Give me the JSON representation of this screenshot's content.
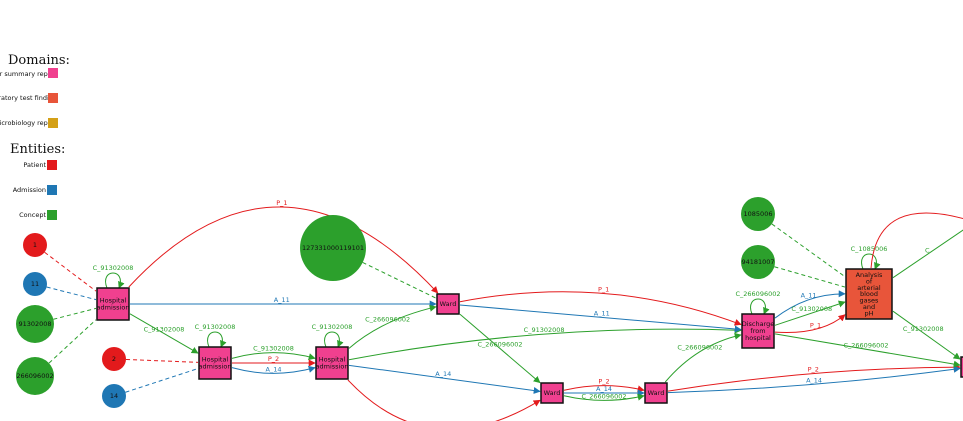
{
  "legend": {
    "domains_title": "Domains:",
    "domains": [
      {
        "label": "Transfer summary report",
        "color": "#f0408f"
      },
      {
        "label": "Laboratory test finding",
        "color": "#e8553a"
      },
      {
        "label": "Microbiology report",
        "color": "#d4a017"
      }
    ],
    "entities_title": "Entities:",
    "entities": [
      {
        "label": "Patient",
        "color": "#e31a1c"
      },
      {
        "label": "Admission",
        "color": "#1f77b4"
      },
      {
        "label": "Concept",
        "color": "#2ca02c"
      }
    ]
  },
  "colors": {
    "patient": "#e31a1c",
    "admission": "#1f77b4",
    "concept": "#2ca02c",
    "transfer": "#f0408f",
    "lab": "#e8553a",
    "micro": "#d4a017"
  },
  "nodes": [
    {
      "id": "p1",
      "kind": "circle",
      "type": "patient",
      "lines": [
        "1"
      ]
    },
    {
      "id": "a11",
      "kind": "circle",
      "type": "admission",
      "lines": [
        "11"
      ]
    },
    {
      "id": "c913",
      "kind": "circle",
      "type": "concept",
      "lines": [
        "91302008"
      ]
    },
    {
      "id": "c266",
      "kind": "circle",
      "type": "concept",
      "lines": [
        "266096002"
      ]
    },
    {
      "id": "p2",
      "kind": "circle",
      "type": "patient",
      "lines": [
        "2"
      ]
    },
    {
      "id": "a14",
      "kind": "circle",
      "type": "admission",
      "lines": [
        "14"
      ]
    },
    {
      "id": "c1273",
      "kind": "circle",
      "type": "concept",
      "lines": [
        "127331000119101"
      ]
    },
    {
      "id": "c1085",
      "kind": "circle",
      "type": "concept",
      "lines": [
        "1085006"
      ]
    },
    {
      "id": "c9418",
      "kind": "circle",
      "type": "concept",
      "lines": [
        "94181007"
      ]
    },
    {
      "id": "ha1",
      "kind": "box",
      "type": "transfer",
      "lines": [
        "Hospital",
        "admission"
      ]
    },
    {
      "id": "ha2",
      "kind": "box",
      "type": "transfer",
      "lines": [
        "Hospital",
        "admission"
      ]
    },
    {
      "id": "ha3",
      "kind": "box",
      "type": "transfer",
      "lines": [
        "Hospital",
        "admission"
      ]
    },
    {
      "id": "w1",
      "kind": "box",
      "type": "transfer",
      "lines": [
        "Ward"
      ]
    },
    {
      "id": "w2",
      "kind": "box",
      "type": "transfer",
      "lines": [
        "Ward"
      ]
    },
    {
      "id": "w3",
      "kind": "box",
      "type": "transfer",
      "lines": [
        "Ward"
      ]
    },
    {
      "id": "dis",
      "kind": "box",
      "type": "transfer",
      "lines": [
        "Discharge",
        "from",
        "hospital"
      ]
    },
    {
      "id": "abg",
      "kind": "box",
      "type": "lab",
      "lines": [
        "Analysis",
        "of",
        "arterial",
        "blood",
        "gases",
        "and",
        "pH"
      ]
    },
    {
      "id": "r1",
      "kind": "box",
      "type": "transfer",
      "lines": []
    }
  ],
  "edges": [
    {
      "from": "p1",
      "to": "ha1",
      "type": "patient",
      "dashed": true,
      "label": ""
    },
    {
      "from": "a11",
      "to": "ha1",
      "type": "admission",
      "dashed": true,
      "label": ""
    },
    {
      "from": "c913",
      "to": "ha1",
      "type": "concept",
      "dashed": true,
      "label": ""
    },
    {
      "from": "c266",
      "to": "ha1",
      "type": "concept",
      "dashed": true,
      "label": ""
    },
    {
      "from": "ha1",
      "to": "ha1",
      "type": "concept",
      "loop": true,
      "label": "C_91302008"
    },
    {
      "from": "ha1",
      "to": "w1",
      "type": "patient",
      "label": "P_1"
    },
    {
      "from": "ha1",
      "to": "w1",
      "type": "admission",
      "label": "A_11"
    },
    {
      "from": "ha1",
      "to": "ha2",
      "type": "concept",
      "label": "C_91302008"
    },
    {
      "from": "p2",
      "to": "ha2",
      "type": "patient",
      "dashed": true,
      "label": ""
    },
    {
      "from": "a14",
      "to": "ha2",
      "type": "admission",
      "dashed": true,
      "label": ""
    },
    {
      "from": "ha2",
      "to": "ha2",
      "type": "concept",
      "loop": true,
      "label": "C_91302008"
    },
    {
      "from": "ha2",
      "to": "ha3",
      "type": "concept",
      "label": "C_91302008"
    },
    {
      "from": "ha2",
      "to": "ha3",
      "type": "patient",
      "label": "P_2"
    },
    {
      "from": "ha2",
      "to": "ha3",
      "type": "admission",
      "label": "A_14"
    },
    {
      "from": "ha3",
      "to": "ha3",
      "type": "concept",
      "loop": true,
      "label": "C_91302008"
    },
    {
      "from": "ha3",
      "to": "w1",
      "type": "concept",
      "label": "C_266096002"
    },
    {
      "from": "ha3",
      "to": "dis",
      "type": "concept",
      "label": "C_91302008"
    },
    {
      "from": "ha3",
      "to": "w2",
      "type": "admission",
      "label": "A_14"
    },
    {
      "from": "ha3",
      "to": "w2",
      "type": "patient",
      "label": "P_2"
    },
    {
      "from": "c1273",
      "to": "w1",
      "type": "concept",
      "dashed": true,
      "label": ""
    },
    {
      "from": "w1",
      "to": "dis",
      "type": "patient",
      "label": "P_1"
    },
    {
      "from": "w1",
      "to": "dis",
      "type": "admission",
      "label": "A_11"
    },
    {
      "from": "w1",
      "to": "w2",
      "type": "concept",
      "label": "C_266096002"
    },
    {
      "from": "w2",
      "to": "w3",
      "type": "patient",
      "label": "P_2"
    },
    {
      "from": "w2",
      "to": "w3",
      "type": "admission",
      "label": "A_14"
    },
    {
      "from": "w2",
      "to": "w3",
      "type": "concept",
      "label": "C_266096002"
    },
    {
      "from": "w3",
      "to": "dis",
      "type": "concept",
      "label": "C_266096002"
    },
    {
      "from": "w3",
      "to": "r1",
      "type": "patient",
      "label": "P_2"
    },
    {
      "from": "w3",
      "to": "r1",
      "type": "admission",
      "label": "A_14"
    },
    {
      "from": "dis",
      "to": "dis",
      "type": "concept",
      "loop": true,
      "label": "C_266096002"
    },
    {
      "from": "dis",
      "to": "abg",
      "type": "admission",
      "label": "A_11"
    },
    {
      "from": "dis",
      "to": "abg",
      "type": "concept",
      "label": "C_91302008"
    },
    {
      "from": "dis",
      "to": "abg",
      "type": "patient",
      "label": "P_1"
    },
    {
      "from": "dis",
      "to": "r1",
      "type": "concept",
      "label": "C_266096002"
    },
    {
      "from": "c1085",
      "to": "abg",
      "type": "concept",
      "dashed": true,
      "label": ""
    },
    {
      "from": "c9418",
      "to": "abg",
      "type": "concept",
      "dashed": true,
      "label": ""
    },
    {
      "from": "abg",
      "to": "abg",
      "type": "concept",
      "loop": true,
      "label": "C_1085006"
    },
    {
      "from": "abg",
      "to": "r1",
      "type": "concept",
      "label": "C_91302008"
    },
    {
      "from": "abg",
      "to": "offright",
      "type": "patient",
      "label": ""
    },
    {
      "from": "abg",
      "to": "offright",
      "type": "concept",
      "label": "C"
    }
  ]
}
